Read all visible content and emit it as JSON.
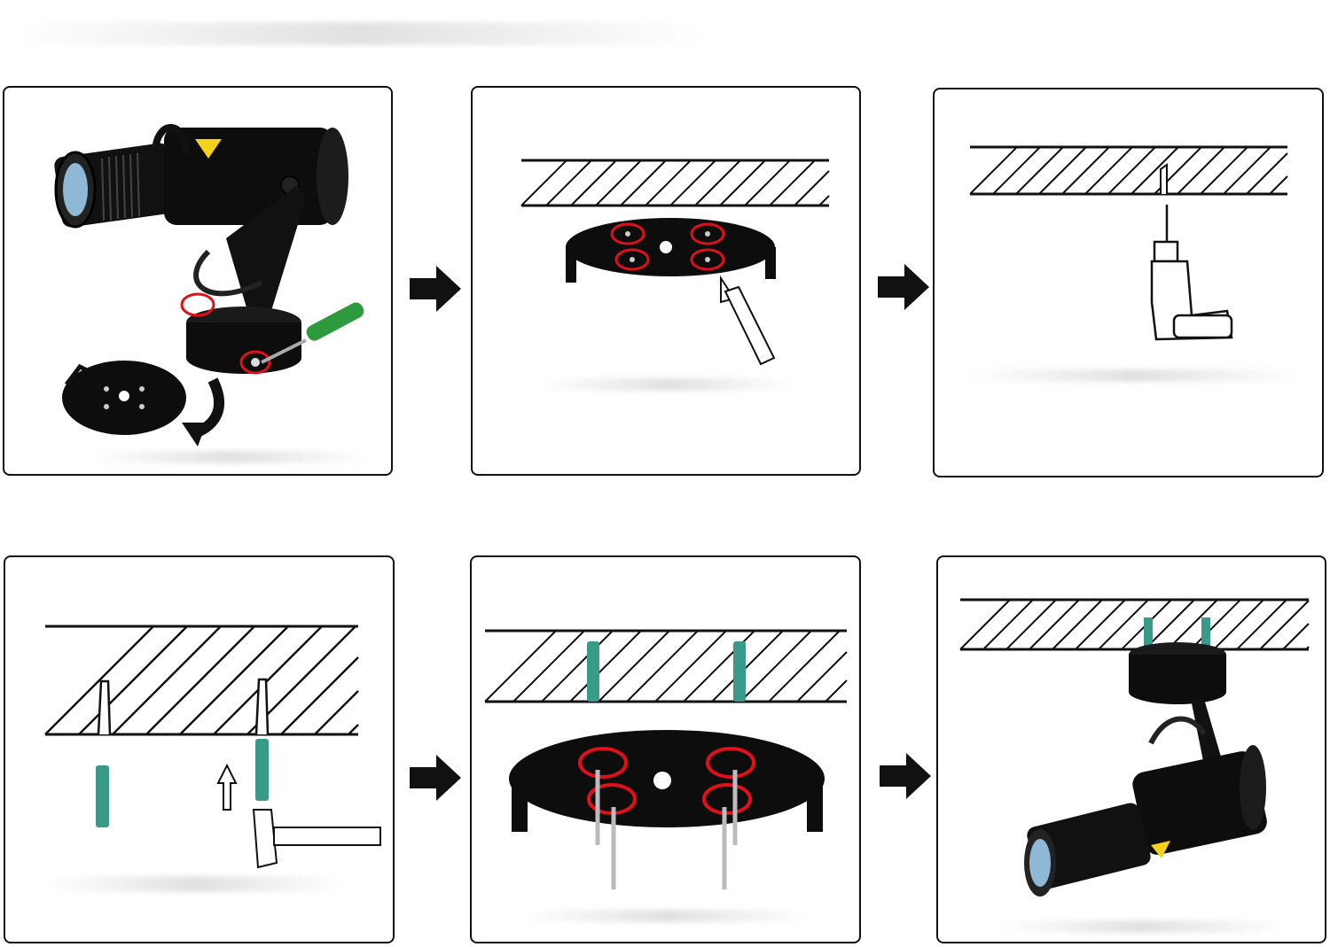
{
  "colors": {
    "frame": "#111111",
    "device": "#111111",
    "highlight": "#e0101a",
    "anchor": "#3a9a8a",
    "screw": "#b8bcc0",
    "screwdriver": "#2e9a3e",
    "warning": "#f2d21a"
  },
  "steps": [
    {
      "id": 1,
      "illustration": "projector-with-removed-base-plate"
    },
    {
      "id": 2,
      "illustration": "mark-holes-on-ceiling"
    },
    {
      "id": 3,
      "illustration": "drill-holes-in-ceiling"
    },
    {
      "id": 4,
      "illustration": "hammer-in-wall-anchors"
    },
    {
      "id": 5,
      "illustration": "screw-base-plate-to-ceiling"
    },
    {
      "id": 6,
      "illustration": "mounted-projector"
    }
  ],
  "icons": {
    "next_arrow": "right-arrow-icon",
    "hammer": "hammer-icon",
    "drill": "drill-icon",
    "pencil": "pencil-icon",
    "screwdriver": "screwdriver-icon"
  }
}
